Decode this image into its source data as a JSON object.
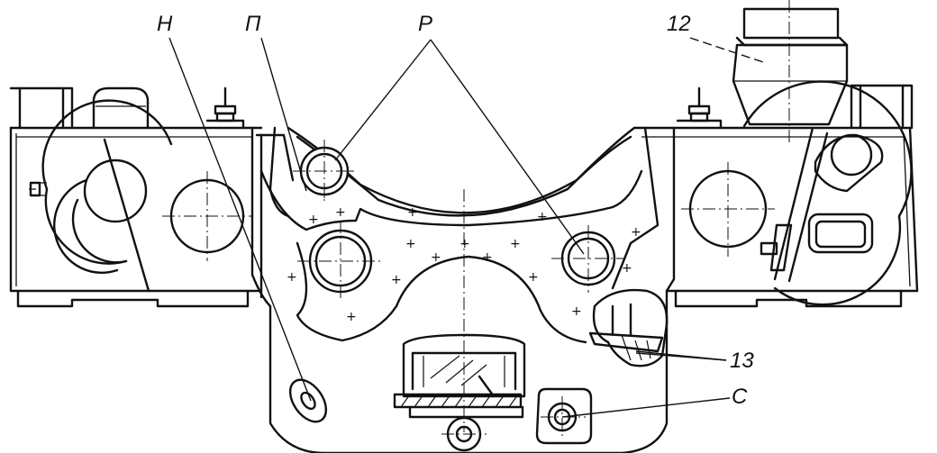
{
  "labels": {
    "H": "Н",
    "P_cyr": "П",
    "R": "Р",
    "n12": "12",
    "n13": "13",
    "C": "С"
  }
}
